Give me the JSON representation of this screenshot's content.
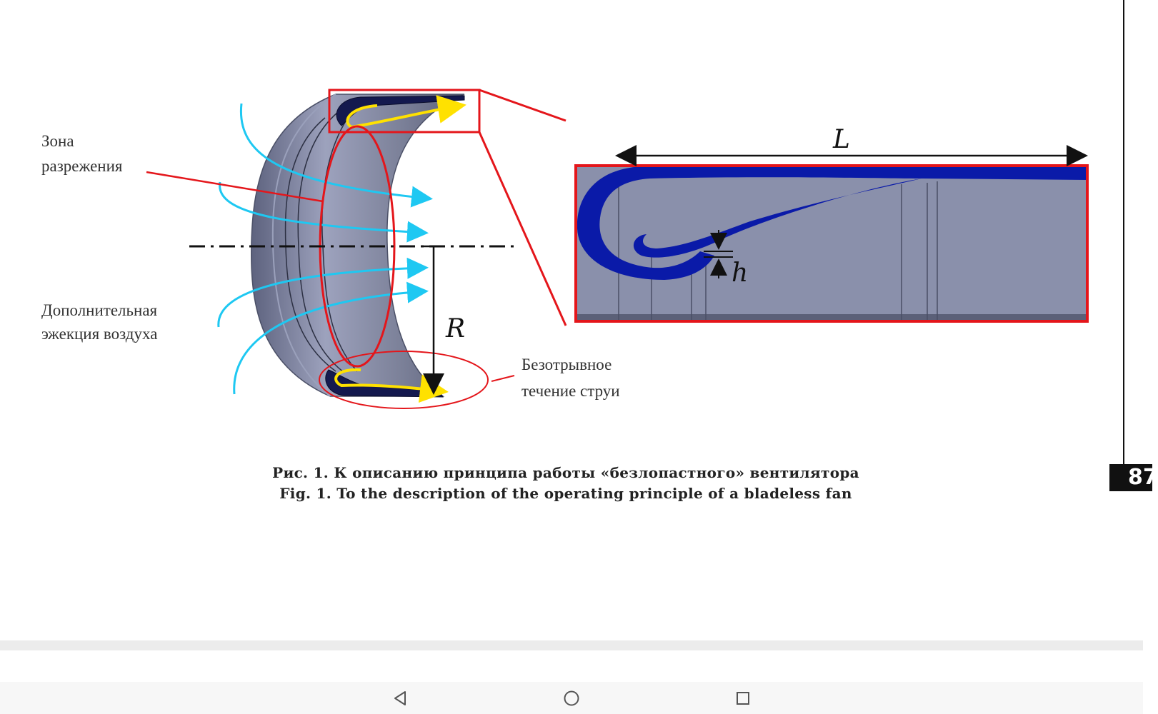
{
  "figure": {
    "labels": {
      "rarefaction_zone_line1": "Зона",
      "rarefaction_zone_line2": "разрежения",
      "ejection_line1": "Дополнительная",
      "ejection_line2": "эжекция воздуха",
      "separation_free_line1": "Безотрывное",
      "separation_free_line2": "течение струи",
      "radius_symbol": "R",
      "length_symbol": "L",
      "gap_symbol": "h"
    },
    "colors": {
      "highlight_red": "#e4161b",
      "airflow_cyan": "#1ec8f2",
      "jet_yellow": "#ffe100",
      "profile_blue": "#0a1aa8",
      "ring_gray": "#8a8fa8"
    }
  },
  "caption": {
    "ru": "Рис. 1. К описанию принципа работы «безлопастного» вентилятора",
    "en": "Fig. 1. To the description of the operating principle of a bladeless fan"
  },
  "page_number": "87",
  "navigation": {
    "back_icon": "back-triangle-icon",
    "home_icon": "home-circle-icon",
    "recents_icon": "recents-square-icon"
  }
}
